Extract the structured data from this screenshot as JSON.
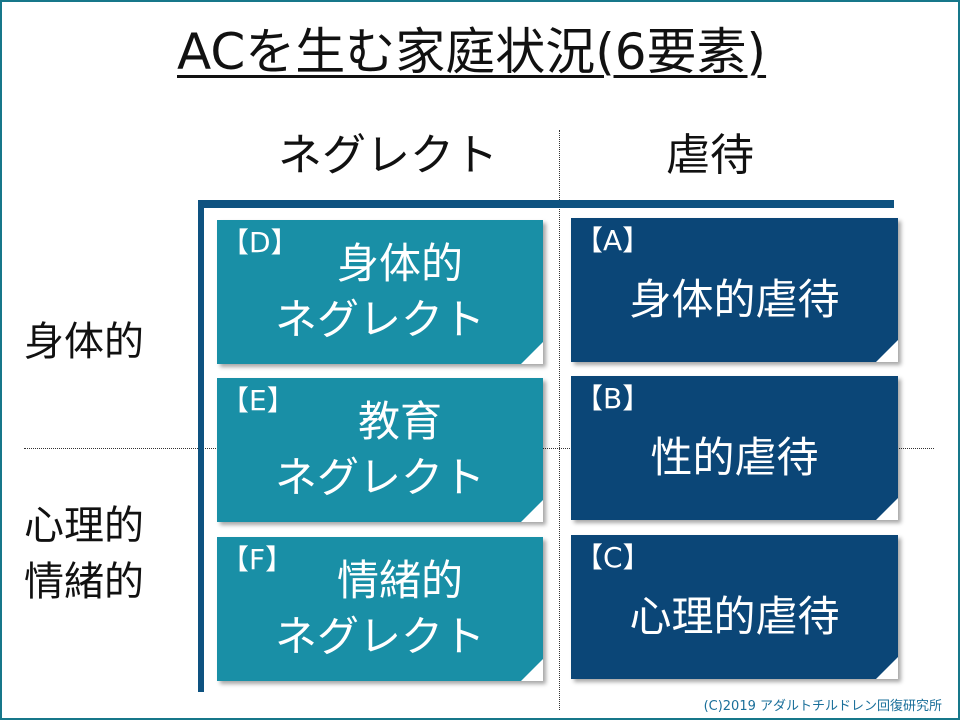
{
  "title": "ACを生む家庭状況(6要素)",
  "columns": {
    "neglect": "ネグレクト",
    "abuse": "虐待"
  },
  "rows": {
    "physical": "身体的",
    "emotional_1": "心理的",
    "emotional_2": "情緒的"
  },
  "cards": [
    {
      "tag": "【D】",
      "line1": "身体的",
      "line2": "ネグレクト",
      "kind": "neglect"
    },
    {
      "tag": "【E】",
      "line1": "教育",
      "line2": "ネグレクト",
      "kind": "neglect"
    },
    {
      "tag": "【F】",
      "line1": "情緒的",
      "line2": "ネグレクト",
      "kind": "neglect"
    },
    {
      "tag": "【A】",
      "line1": "身体的虐待",
      "kind": "abuse"
    },
    {
      "tag": "【B】",
      "line1": "性的虐待",
      "kind": "abuse"
    },
    {
      "tag": "【C】",
      "line1": "心理的虐待",
      "kind": "abuse"
    }
  ],
  "footer": "(C)2019 アダルトチルドレン回復研究所",
  "colors": {
    "neglect": "#198fa6",
    "abuse": "#0b4677",
    "axis": "#0e5280",
    "border": "#17778a"
  }
}
